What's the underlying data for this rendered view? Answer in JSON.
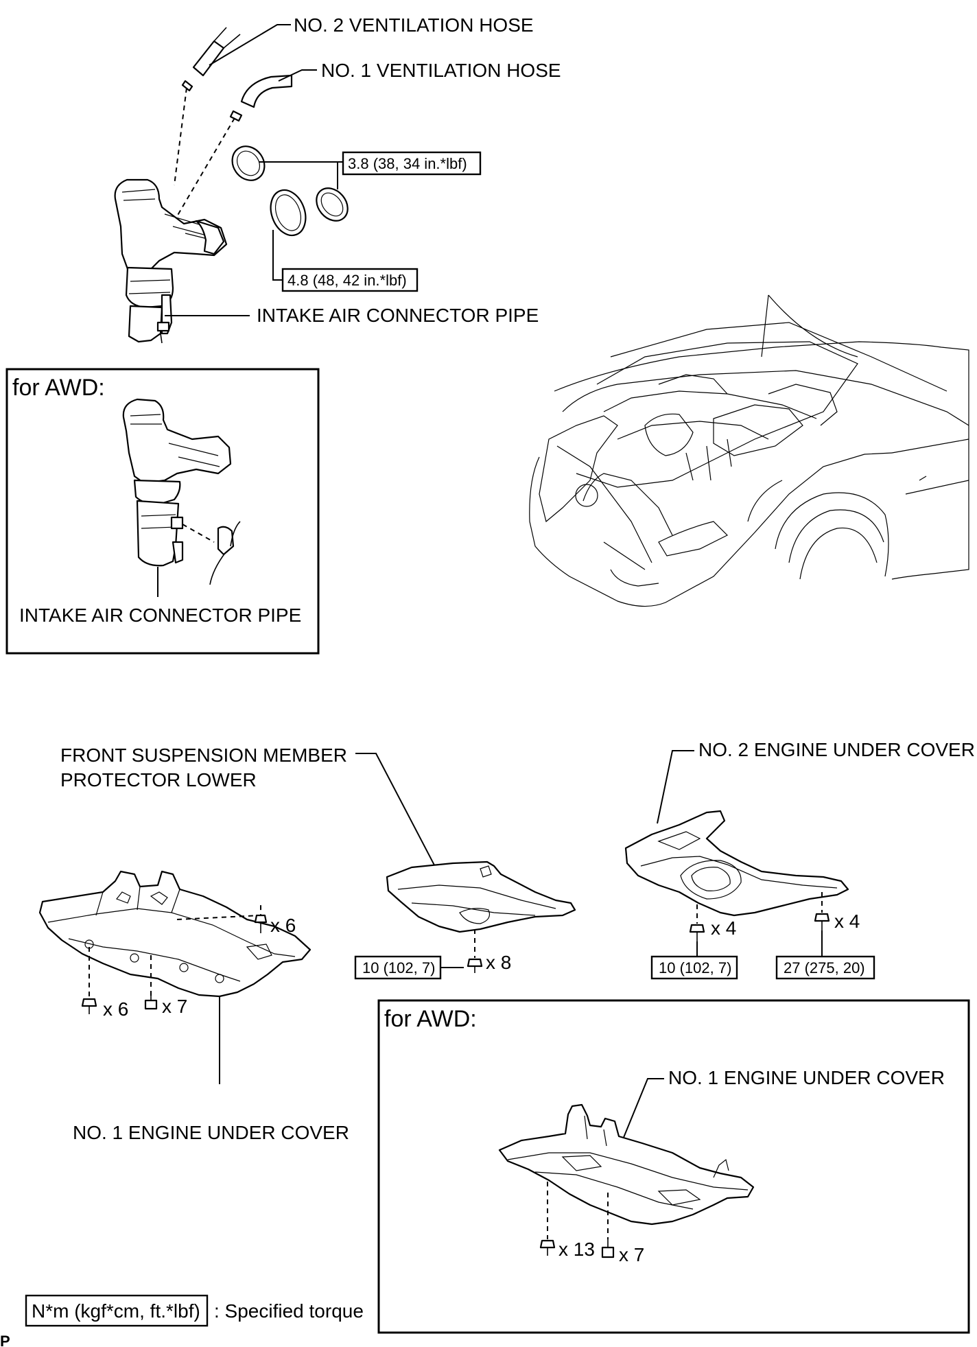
{
  "labels": {
    "no2_ventilation_hose": "NO. 2 VENTILATION HOSE",
    "no1_ventilation_hose": "NO. 1 VENTILATION HOSE",
    "intake_air_connector_pipe": "INTAKE AIR CONNECTOR PIPE",
    "awd_intake_air_connector_pipe": "INTAKE AIR CONNECTOR PIPE",
    "front_suspension_line1": "FRONT SUSPENSION MEMBER",
    "front_suspension_line2": "PROTECTOR LOWER",
    "no2_engine_under_cover": "NO. 2 ENGINE UNDER COVER",
    "no1_engine_under_cover": "NO. 1 ENGINE UNDER COVER",
    "awd_no1_engine_under_cover": "NO. 1 ENGINE UNDER COVER",
    "for_awd_top": "for AWD:",
    "for_awd_bottom": "for AWD:",
    "legend_box": "N*m (kgf*cm, ft.*lbf)",
    "legend_text": ": Specified torque",
    "corner_mark": "P"
  },
  "torques": {
    "clamp_small": "3.8 (38, 34 in.*lbf)",
    "clamp_large": "4.8 (48, 42 in.*lbf)",
    "protector_bolts": "10 (102, 7)",
    "no2_cover_left": "10 (102, 7)",
    "no2_cover_right": "27 (275, 20)"
  },
  "counts": {
    "no1_top_right": "x 6",
    "no1_bottom_left": "x 6",
    "no1_bottom_mid": "x 7",
    "protector": "x 8",
    "no2_left": "x 4",
    "no2_right": "x 4",
    "awd_left": "x 13",
    "awd_right": "x 7"
  }
}
